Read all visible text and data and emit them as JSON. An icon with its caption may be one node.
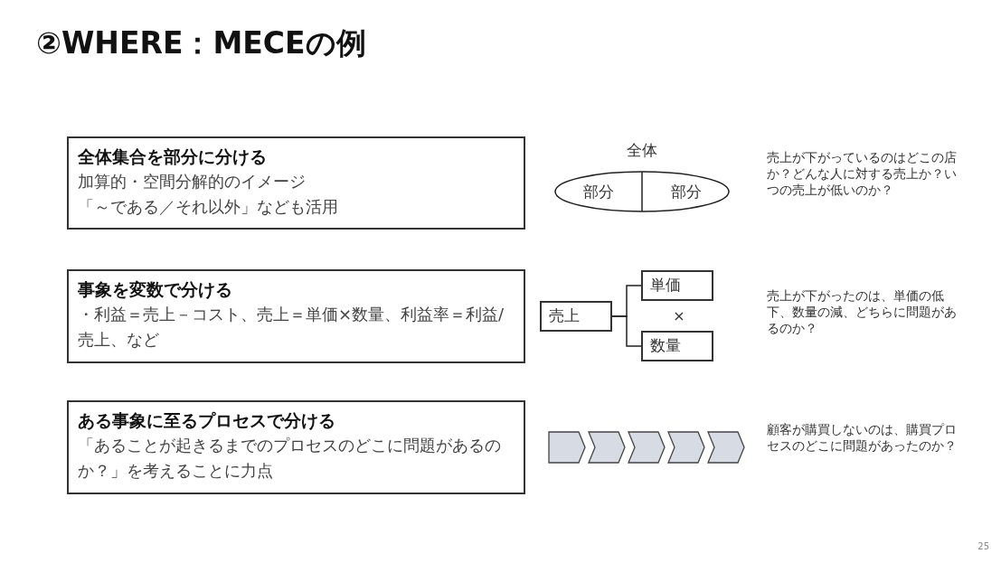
{
  "diagram": {
    "title": "②WHERE：MECEの例",
    "nodes": [
      {
        "text": [
          "全体集合を部分に分ける",
          "加算的・空間分解的のイメージ",
          "「～である／それ以外」なども活用"
        ]
      },
      {
        "text": [
          "全体"
        ]
      },
      {
        "text": [
          "部分"
        ],
        "in": 1
      },
      {
        "text": [
          "部分"
        ],
        "in": 1
      },
      {
        "text": [
          "事象を変数で分ける",
          "・利益＝売上－コスト、売上＝単価×数量、利益率＝利益/売上、など"
        ]
      },
      {
        "text": [
          "売上"
        ]
      },
      {
        "text": [
          "単価"
        ]
      },
      {
        "text": [
          "数量"
        ]
      },
      {
        "text": [
          "ある事象に至るプロセスで分ける",
          "「あることが起きるまでのプロセスのどこに問題があるのか？」を考えることに力点"
        ]
      },
      {
        "text": [],
        "shape": "chevron"
      },
      {
        "text": [],
        "shape": "chevron"
      },
      {
        "text": [],
        "shape": "chevron"
      },
      {
        "text": [],
        "shape": "chevron"
      },
      {
        "text": [],
        "shape": "chevron"
      }
    ],
    "edges": [
      {
        "from": 5,
        "to": 6,
        "arrow": "none"
      },
      {
        "from": 5,
        "to": 7,
        "arrow": "none"
      }
    ],
    "labels": [
      "売上が下がっているのはどこの店か？どんな人に対する売上か？いつの売上が低いのか？",
      "×",
      "売上が下がったのは、単価の低下、数量の減、どちらに問題があるのか？",
      "顧客が購買しないのは、購買プロセスのどこに問題があったのか？",
      "25"
    ]
  }
}
